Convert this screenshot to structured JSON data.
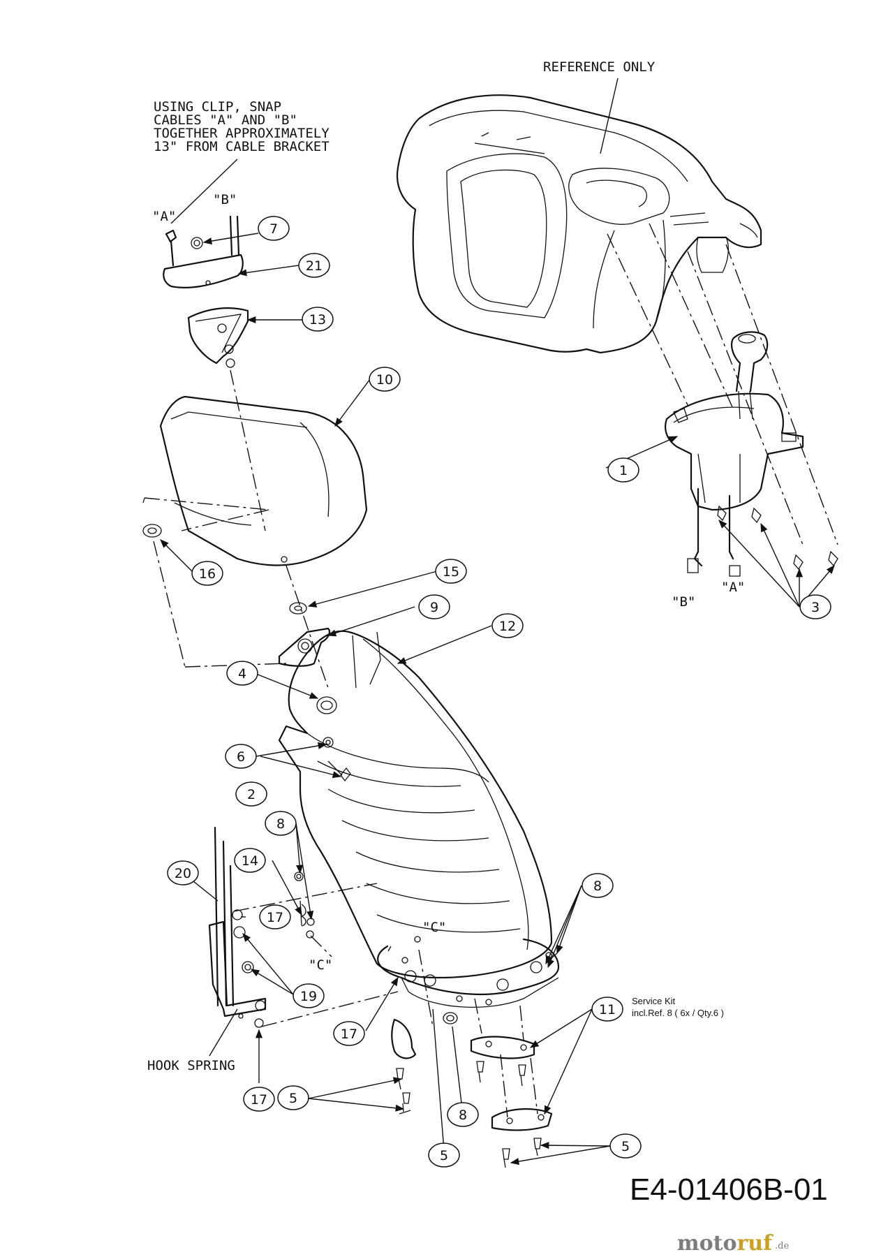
{
  "notes": {
    "reference_only": "REFERENCE ONLY",
    "clip_note": [
      "USING CLIP, SNAP",
      "CABLES \"A\" AND \"B\"",
      "TOGETHER APPROXIMATELY",
      "13\" FROM CABLE BRACKET"
    ],
    "cable_a": "\"A\"",
    "cable_b": "\"B\"",
    "point_c": "\"C\"",
    "hook_spring": "HOOK SPRING",
    "service_kit": [
      "Service Kit",
      "incl.Ref. 8 ( 6x / Qty.6 )"
    ]
  },
  "callouts": [
    {
      "id": "c1",
      "label": "1"
    },
    {
      "id": "c2",
      "label": "2"
    },
    {
      "id": "c3",
      "label": "3"
    },
    {
      "id": "c4",
      "label": "4"
    },
    {
      "id": "c5a",
      "label": "5"
    },
    {
      "id": "c5b",
      "label": "5"
    },
    {
      "id": "c5c",
      "label": "5"
    },
    {
      "id": "c6",
      "label": "6"
    },
    {
      "id": "c7",
      "label": "7"
    },
    {
      "id": "c8a",
      "label": "8"
    },
    {
      "id": "c8b",
      "label": "8"
    },
    {
      "id": "c8c",
      "label": "8"
    },
    {
      "id": "c9",
      "label": "9"
    },
    {
      "id": "c10",
      "label": "10"
    },
    {
      "id": "c11",
      "label": "11"
    },
    {
      "id": "c12",
      "label": "12"
    },
    {
      "id": "c13",
      "label": "13"
    },
    {
      "id": "c14",
      "label": "14"
    },
    {
      "id": "c15",
      "label": "15"
    },
    {
      "id": "c16",
      "label": "16"
    },
    {
      "id": "c17a",
      "label": "17"
    },
    {
      "id": "c17b",
      "label": "17"
    },
    {
      "id": "c17c",
      "label": "17"
    },
    {
      "id": "c19",
      "label": "19"
    },
    {
      "id": "c20",
      "label": "20"
    },
    {
      "id": "c21",
      "label": "21"
    }
  ],
  "diagram_code": "E4-01406B-01",
  "watermark": {
    "part1": "moto",
    "part2": "ruf",
    "suffix": ".de"
  }
}
